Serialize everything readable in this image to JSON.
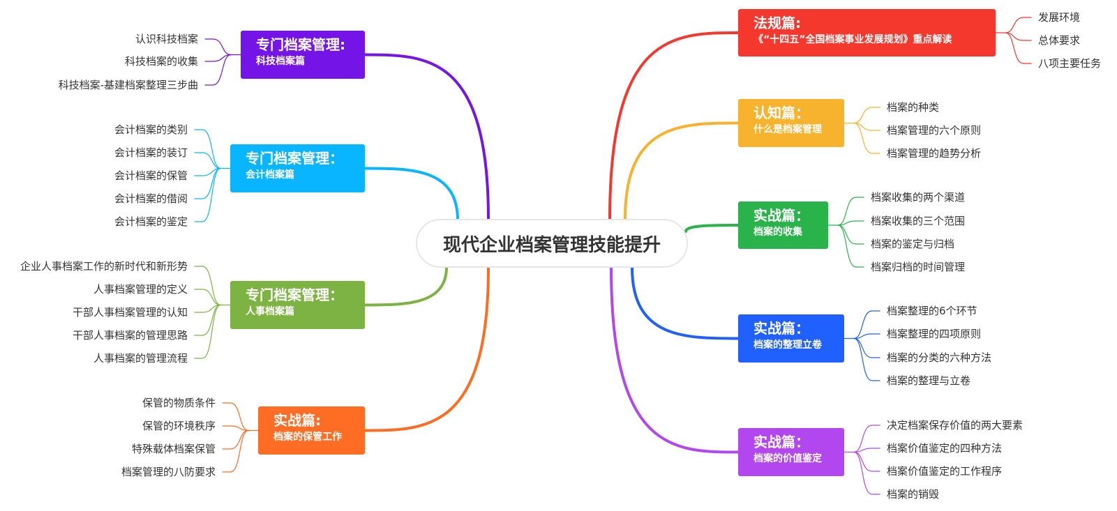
{
  "center": {
    "label": "现代企业档案管理技能提升"
  },
  "branches": [
    {
      "id": "kjda",
      "title": "专门档案管理:",
      "subtitle": "科技档案篇",
      "color": "#7414e6",
      "children": [
        "认识科技档案",
        "科技档案的收集",
        "科技档案-基建档案整理三步曲"
      ]
    },
    {
      "id": "kuaiji",
      "title": "专门档案管理：",
      "subtitle": "会计档案篇",
      "color": "#0ab5ff",
      "children": [
        "会计档案的类别",
        "会计档案的装订",
        "会计档案的保管",
        "会计档案的借阅",
        "会计档案的鉴定"
      ]
    },
    {
      "id": "renshi",
      "title": "专门档案管理：",
      "subtitle": "人事档案篇",
      "color": "#7cb342",
      "children": [
        "企业人事档案工作的新时代和新形势",
        "人事档案管理的定义",
        "干部人事档案管理的认知",
        "干部人事档案的管理思路",
        "人事档案的管理流程"
      ]
    },
    {
      "id": "baoguan",
      "title": "实战篇:",
      "subtitle": "档案的保管工作",
      "color": "#ff6d24",
      "children": [
        "保管的物质条件",
        "保管的环境秩序",
        "特殊载体档案保管",
        "档案管理的八防要求"
      ]
    },
    {
      "id": "fagui",
      "title": "法规篇:",
      "subtitle": "《“十四五”全国档案事业发展规划》重点解读",
      "color": "#f5382e",
      "children": [
        "发展环境",
        "总体要求",
        "八项主要任务"
      ]
    },
    {
      "id": "renzhi",
      "title": "认知篇：",
      "subtitle": "什么是档案管理",
      "color": "#f7b22e",
      "children": [
        "档案的种类",
        "档案管理的六个原则",
        "档案管理的趋势分析"
      ]
    },
    {
      "id": "shouji",
      "title": "实战篇：",
      "subtitle": "档案的收集",
      "color": "#29b34a",
      "children": [
        "档案收集的两个渠道",
        "档案收集的三个范围",
        "档案的鉴定与归档",
        "档案归档的时间管理"
      ]
    },
    {
      "id": "zhengli",
      "title": "实战篇：",
      "subtitle": "档案的整理立卷",
      "color": "#2060ff",
      "children": [
        "档案整理的6个环节",
        "档案整理的四项原则",
        "档案的分类的六种方法",
        "档案的整理与立卷"
      ]
    },
    {
      "id": "jiazhi",
      "title": "实战篇：",
      "subtitle": "档案的价值鉴定",
      "color": "#b247f0",
      "children": [
        "决定档案保存价值的两大要素",
        "档案价值鉴定的四种方法",
        "档案价值鉴定的工作程序",
        "档案的销毁"
      ]
    }
  ]
}
